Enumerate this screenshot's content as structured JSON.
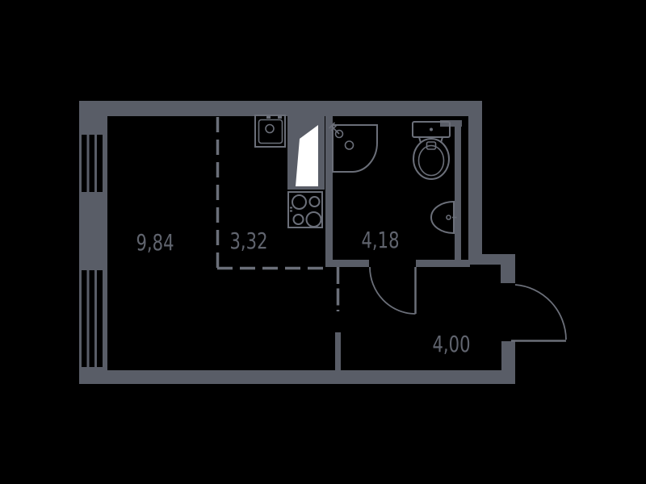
{
  "colors": {
    "background": "#000000",
    "wall": "#595d67",
    "line": "#6b6f79",
    "text": "#60646e",
    "shaft": "#ffffff"
  },
  "floor_plan": {
    "type": "studio-apartment-floor-plan",
    "rooms": [
      {
        "id": "living-room",
        "area": "9,84"
      },
      {
        "id": "kitchen",
        "area": "3,32"
      },
      {
        "id": "bathroom",
        "area": "4,18"
      },
      {
        "id": "hallway",
        "area": "4,00"
      }
    ],
    "fixtures": [
      "kitchen-sink-icon",
      "stove-icon",
      "shower-icon",
      "toilet-icon",
      "washbasin-icon",
      "ventilation-shaft-icon"
    ],
    "openings": [
      "window-upper",
      "window-lower",
      "bathroom-door",
      "entrance-door"
    ]
  }
}
